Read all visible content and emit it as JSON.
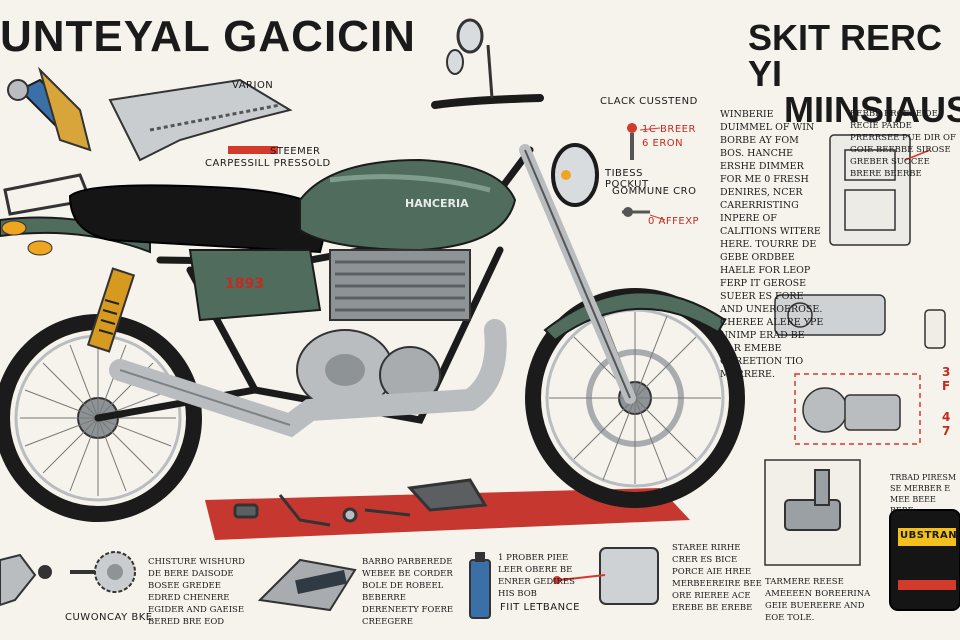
{
  "titles": {
    "left": "UNTEYAL GACICIN",
    "right_line1": "SKIT RERC YI",
    "right_line2": "MIINSIAUSI"
  },
  "callouts": {
    "wrench_label": "VARION",
    "chain_label_1": "STEEMER",
    "chain_label_2": "CARPESSILL PRESSOLD",
    "top_right_label": "CLACK CUSSTEND",
    "bolt_1": "1c BREER",
    "bolt_2": "6 ERON",
    "bolt_3": "TIBESS POCKUT",
    "bolt_4": "GOMMUNE CRO",
    "bolt_5": "0 AFFEXP",
    "tank_text": "HANCERIA",
    "side_cover_text": "1893",
    "sprocket_label": "CUWONCAY BKE",
    "oil_label": "1 PROBER",
    "oil_sub": "FIIT LETBANCE",
    "side_num_1": "3 F",
    "side_num_2": "4 7",
    "oilcan_label": "UBSTRAN"
  },
  "notes": {
    "right_paragraph": "WINBERIE DUIMMEL OF WIN BORBE AY FOM BOS. HANCHE ERSHE DIMMER FOR ME 0 FRESH DENIRES, NCER CARERRISTING INPERE OF CALITIONS WITERE HERE. TOURRE DE GEBE ORDBEE HAELE FOR LEOP FERP IT GEROSE SUEER ES FORE AND UNEROEROSE. CHEREE ALERE YPE UNIMP ERAD BE EAR EMEBE COREETION TIO MERRERE.",
    "right_side_short": "BERBE BRCERE OE RECIE PARDE PRERRSEE PUE DIR OF GOIE BEEBBE SIROSE GREBER SUOCEE BRERE BEERBE",
    "bottom_left": "CHISTURE WISHURD DE BERE DAISODE BOSEE GREDEE EDRED CHENERE EGIDER AND GAEISE BERED BRE EOD",
    "bottom_mid": "BARBO PARBEREDE WEBEE BE CORDER BOLE DE ROBEEL BEBERRE DERENEETY FOERE CREEGERE",
    "bottom_mid2": "1 PROBER PIEE LEER OBERE BE ENRER GEDIRES HIS BOB",
    "bottom_right1": "STAREE RIRHE CRER ES BICE PORCE AIE HREE MERBEEREIRE BEE ORE RIEREE ACE EREBE BE EREBE",
    "bottom_right2": "TARMERE REESE AMEEEEN BOREERINA GEIE BUEREERE AND EOE TOLE.",
    "far_right": "TRBAD PIRESM SE MERBER E MEE BEEE BEBE"
  },
  "colors": {
    "tank_green": "#4f6c5c",
    "mat_red": "#c1271f",
    "frame_black": "#1b1b1b",
    "chrome": "#b9bdc0",
    "accent_red": "#d23a2c",
    "oilcan_yellow": "#f2c11d"
  },
  "icons": [
    "wrench-icon",
    "chain-icon",
    "bolt-icon",
    "sprocket-icon",
    "oil-bottle-icon",
    "oil-can-icon",
    "engine-part-icon",
    "bracket-icon",
    "spark-plug-icon"
  ]
}
